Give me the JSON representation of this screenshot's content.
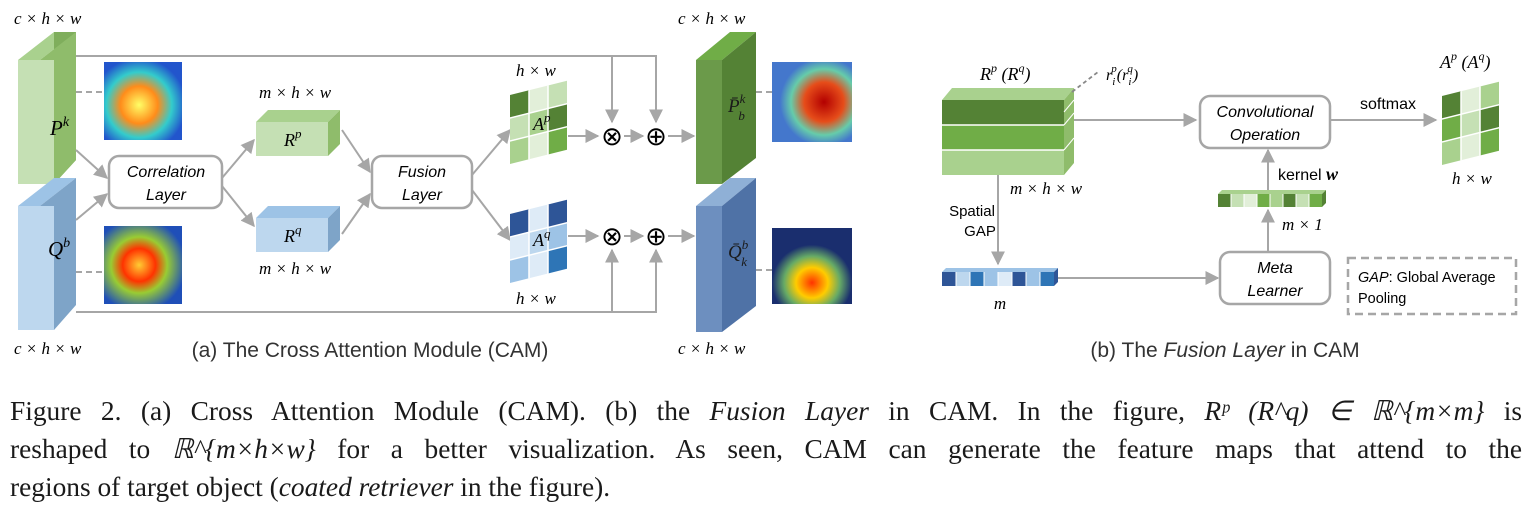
{
  "panel_a": {
    "subtitle": "(a) The Cross Attention Module (CAM)",
    "dim_chw": "c × h × w",
    "dim_mhw": "m × h × w",
    "dim_hw": "h × w",
    "pk": "P",
    "pk_sup": "k",
    "qb": "Q",
    "qb_sup": "b",
    "correlation_1": "Correlation",
    "correlation_2": "Layer",
    "rp": "R",
    "rp_sup": "p",
    "rq": "R",
    "rq_sup": "q",
    "fusion_1": "Fusion",
    "fusion_2": "Layer",
    "ap": "A",
    "ap_sup": "p",
    "aq": "A",
    "aq_sup": "q",
    "otimes": "⊗",
    "oplus": "⊕",
    "pbk": "P̄",
    "pbk_sup": "k",
    "pbk_sub": "b",
    "qkb": "Q̄",
    "qkb_sup": "b",
    "qkb_sub": "k"
  },
  "panel_b": {
    "subtitle_prefix": "(b) The ",
    "subtitle_italic": "Fusion Layer",
    "subtitle_suffix": " in CAM",
    "rp_rq": "R",
    "rp_rq_p": "p",
    "rp_rq_mid": " (R",
    "rp_rq_q": "q",
    "rp_rq_end": ")",
    "ri": "r",
    "ri_sub": "i",
    "ri_sup": "p",
    "ri_mid": "(r",
    "ri_sub2": "i",
    "ri_sup2": "q",
    "ri_end": ")",
    "dim_mhw": "m × h × w",
    "spatial": "Spatial",
    "gap": "GAP",
    "m": "m",
    "conv_1": "Convolutional",
    "conv_2": "Operation",
    "softmax": "softmax",
    "ap_aq": "A",
    "ap_aq_p": "p",
    "ap_aq_mid": " (A",
    "ap_aq_q": "q",
    "ap_aq_end": ")",
    "dim_hw": "h × w",
    "kernel": "kernel ",
    "kernel_w": "w",
    "dim_m1": "m × 1",
    "meta_1": "Meta",
    "meta_2": "Learner",
    "legend_gap": "GAP",
    "legend_rest": ": Global Average",
    "legend_2": "Pooling"
  },
  "caption": {
    "line1_a": "Figure 2. (a) Cross Attention Module (CAM). (b) the ",
    "line1_italic": "Fusion Layer",
    "line1_b": " in CAM. In the figure, ",
    "line1_math": "Rᵖ (R^q) ∈ ℝ^{m×m}",
    "line1_c": " is",
    "line2_a": "reshaped to ",
    "line2_math": "ℝ^{m×h×w}",
    "line2_b": " for a better visualization. As seen, CAM can generate the feature maps that attend to the",
    "line3_a": "regions of target object (",
    "line3_italic": "coated retriever",
    "line3_b": " in the figure)."
  },
  "colors": {
    "green_light": "#c5e0b4",
    "green_mid": "#a9d18e",
    "green_dark": "#548235",
    "blue_light": "#bdd7ee",
    "blue_mid": "#9dc3e6",
    "blue_dark": "#2e5597",
    "line": "#a6a6a6",
    "box_border": "#a6a6a6"
  }
}
